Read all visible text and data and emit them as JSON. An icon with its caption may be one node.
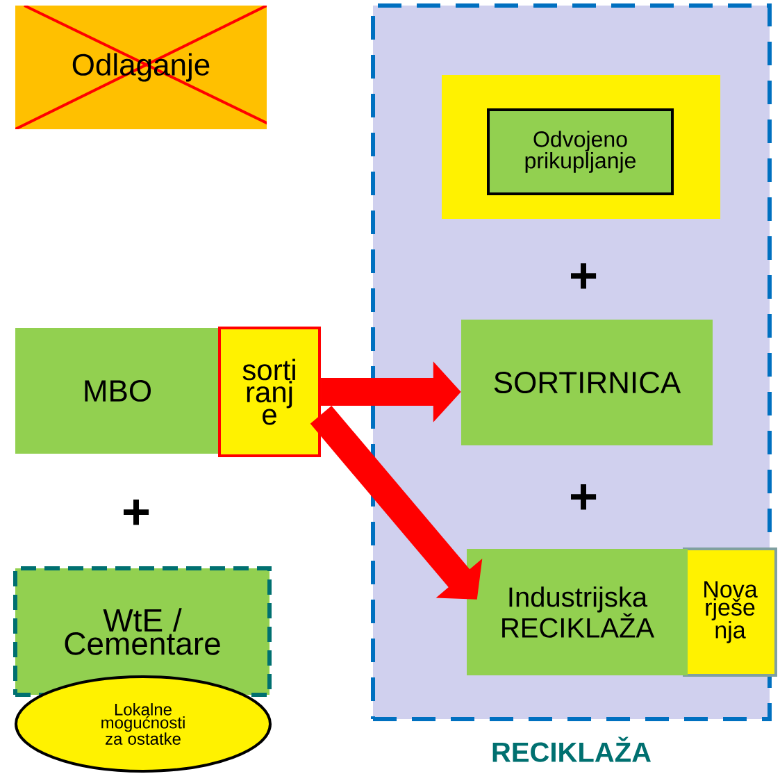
{
  "diagram": {
    "nodes": [
      {
        "text": [
          "Odlaganje"
        ]
      },
      {
        "text": [
          "RECIKLAŽA"
        ]
      },
      {
        "text": [],
        "shape": "box",
        "in": 1
      },
      {
        "text": [
          "Odvojeno prikupljanje"
        ],
        "in": 2
      },
      {
        "text": [
          "SORTIRNICA"
        ],
        "in": 1
      },
      {
        "text": [
          "Industrijska RECIKLAŽA"
        ],
        "in": 1
      },
      {
        "text": [
          "Nova rješe nja"
        ]
      },
      {
        "text": [
          "MBO"
        ]
      },
      {
        "text": [
          "sorti ranj e"
        ]
      },
      {
        "text": [
          "WtE / Cementare"
        ]
      },
      {
        "text": [
          "Lokalne mogućnosti za ostatke"
        ]
      }
    ],
    "edges": [
      {
        "from": 8,
        "to": 4,
        "arrow": "to"
      },
      {
        "from": 8,
        "to": 5,
        "arrow": "to"
      }
    ],
    "labels": [
      "+",
      "+",
      "+"
    ]
  }
}
